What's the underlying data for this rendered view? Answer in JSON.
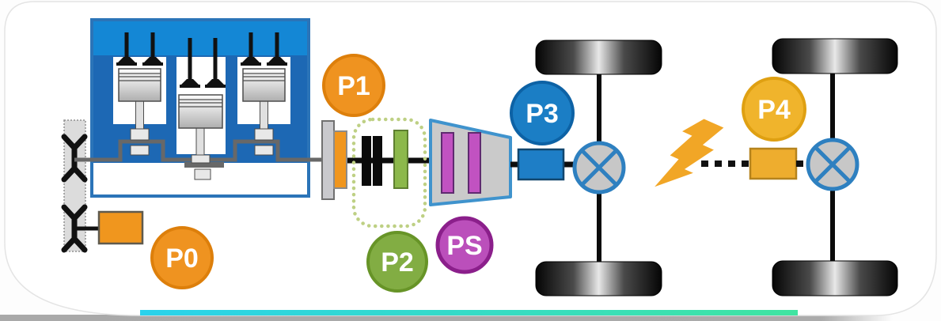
{
  "diagram_type": "hybrid-powertrain-motor-positions",
  "badges": [
    {
      "id": "p0",
      "label": "P0",
      "fill": "#ef9320",
      "border": "#dd7f0b"
    },
    {
      "id": "p1",
      "label": "P1",
      "fill": "#ef9320",
      "border": "#dd7f0b"
    },
    {
      "id": "p2",
      "label": "P2",
      "fill": "#82ad43",
      "border": "#679427"
    },
    {
      "id": "ps",
      "label": "PS",
      "fill": "#bb4fbb",
      "border": "#8b1f8b"
    },
    {
      "id": "p3",
      "label": "P3",
      "fill": "#1b7ec5",
      "border": "#0d62a5"
    },
    {
      "id": "p4",
      "label": "P4",
      "fill": "#f0b42c",
      "border": "#dfa012"
    }
  ],
  "colors": {
    "engine_head": "#1487d5",
    "engine_body": "#1d68b4",
    "engine_border": "#2b74b8",
    "p0_motor_box": "#f0961e",
    "p1_motor_bar": "#f0961e",
    "p2_motor_bar": "#8cb84b",
    "clutch_plates": "#0b0b0b",
    "transmission_fill": "#cacaca",
    "transmission_border": "#3f93cd",
    "ps_motor_bars": "#c152c1",
    "p3_motor_box": "#1e7ec6",
    "p4_motor_box": "#eead2e",
    "differential_border": "#2e80c0",
    "lightning": "#f1a626",
    "progress_bar_start": "#2ad2ec",
    "progress_bar_end": "#40e4a1"
  }
}
